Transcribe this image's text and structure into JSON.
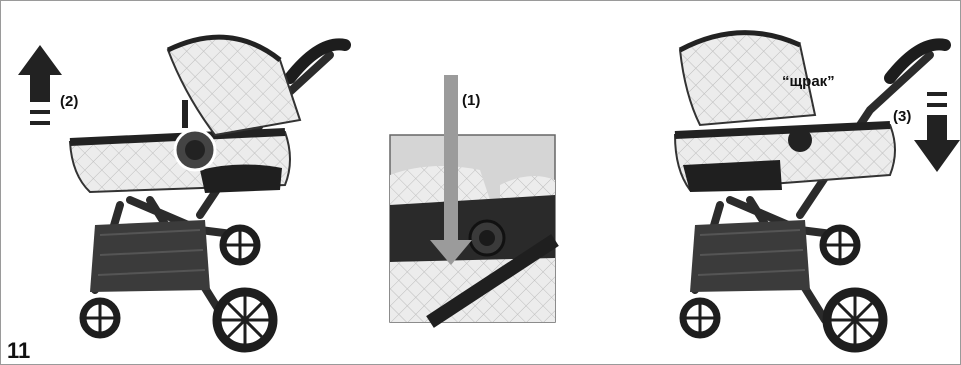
{
  "figure": {
    "step_number": "11",
    "labels": {
      "lift": "(2)",
      "press": "(1)",
      "lower": "(3)",
      "click_sound": "“щрак”"
    }
  },
  "colors": {
    "frame": "#2b2b2b",
    "fabric": "#ececec",
    "quilt_line": "#bdbdbd",
    "arrow_dark": "#222222",
    "arrow_grey": "#9b9b9b"
  }
}
